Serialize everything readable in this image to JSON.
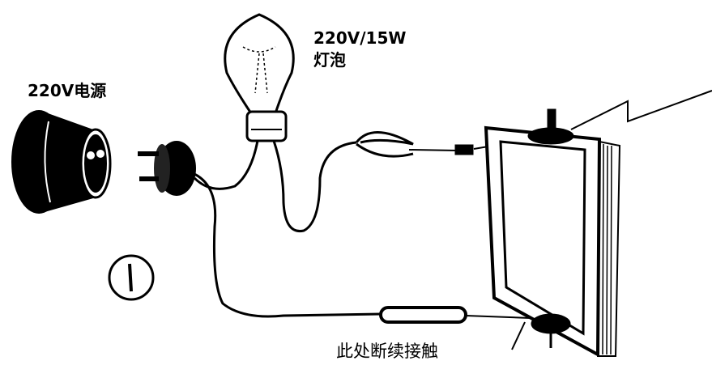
{
  "labels": {
    "power_source": "220V电源",
    "bulb_rating": "220V/15W",
    "bulb_name": "灯泡",
    "contact_note": "此处断续接触",
    "figure_number": "①"
  },
  "colors": {
    "ink": "#000000",
    "paper": "#ffffff"
  }
}
